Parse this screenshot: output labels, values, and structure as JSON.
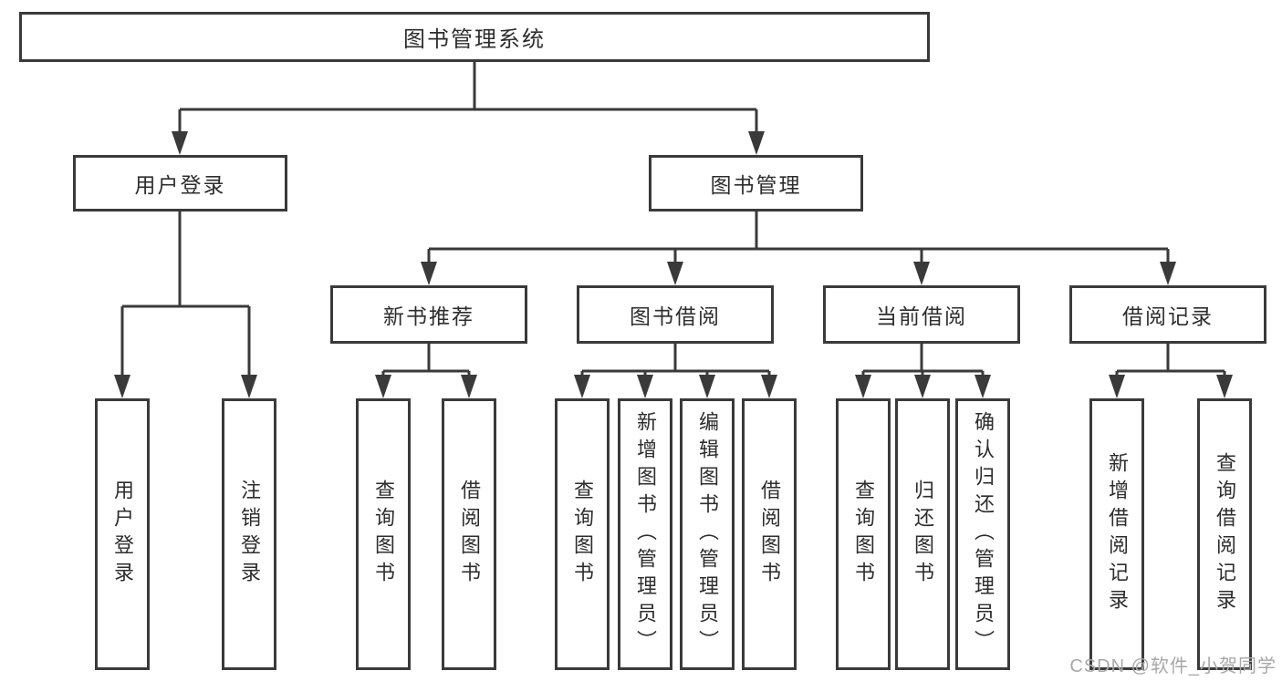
{
  "diagram_type": "functional-structure-tree",
  "colors": {
    "line": "#3a3a3a",
    "box_border": "#3a3a3a",
    "box_fill": "#ffffff",
    "text": "#2d2d2d",
    "watermark": "#a8a8a8"
  },
  "tree": {
    "label": "图书管理系统",
    "children": [
      {
        "label": "用户登录",
        "children": [
          {
            "label": "用户登录"
          },
          {
            "label": "注销登录"
          }
        ]
      },
      {
        "label": "图书管理",
        "children": [
          {
            "label": "新书推荐",
            "children": [
              {
                "label": "查询图书"
              },
              {
                "label": "借阅图书"
              }
            ]
          },
          {
            "label": "图书借阅",
            "children": [
              {
                "label": "查询图书"
              },
              {
                "label": "新增图书（管理员）"
              },
              {
                "label": "编辑图书（管理员）"
              },
              {
                "label": "借阅图书"
              }
            ]
          },
          {
            "label": "当前借阅",
            "children": [
              {
                "label": "查询图书"
              },
              {
                "label": "归还图书"
              },
              {
                "label": "确认归还（管理员）"
              }
            ]
          },
          {
            "label": "借阅记录",
            "children": [
              {
                "label": "新增借阅记录"
              },
              {
                "label": "查询借阅记录"
              }
            ]
          }
        ]
      }
    ]
  },
  "watermark": {
    "text": "CSDN @软件_小贺同学"
  }
}
